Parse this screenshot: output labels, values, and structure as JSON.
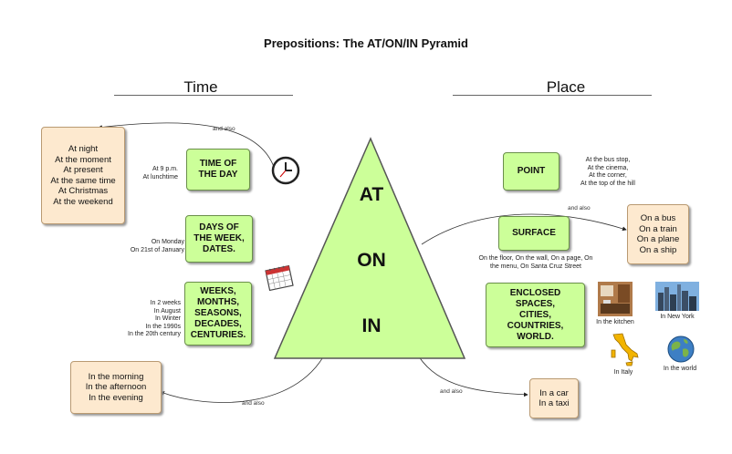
{
  "title": "Prepositions: The AT/ON/IN Pyramid",
  "headings": {
    "time": "Time",
    "place": "Place"
  },
  "pyramid": {
    "at": "AT",
    "on": "ON",
    "in": "IN",
    "fill": "#ccff99"
  },
  "time": {
    "at_examples_box": "At night\nAt the moment\nAt present\nAt the same time\nAt Christmas\nAt the weekend",
    "at_category": "TIME OF\nTHE DAY",
    "at_note": "At 9 p.m.\nAt lunchtime",
    "on_category": "DAYS OF\nTHE WEEK,\nDATES.",
    "on_note": "On Monday\nOn 21st of January",
    "in_category": "WEEKS,\nMONTHS,\nSEASONS,\nDECADES,\nCENTURIES.",
    "in_note": "In 2 weeks\nIn August\nIn Winter\nIn the 1990s\nIn the 20th century",
    "in_examples_box": "In the morning\nIn the afternoon\nIn the evening"
  },
  "place": {
    "at_category": "POINT",
    "at_note": "At the bus stop,\nAt the cinema,\nAt the corner,\nAt the top of the hill",
    "on_category": "SURFACE",
    "on_note": "On the floor, On the wall, On a page, On\nthe menu, On Santa Cruz Street",
    "on_examples_box": "On a bus\nOn a train\nOn a plane\nOn a ship",
    "in_category": "ENCLOSED\nSPACES,\nCITIES,\nCOUNTRIES,\nWORLD.",
    "in_examples_box": "In a car\nIn a taxi",
    "captions": {
      "kitchen": "In the kitchen",
      "new_york": "In New York",
      "italy": "In Italy",
      "world": "In the world"
    }
  },
  "connectors": {
    "and_also": "and also"
  },
  "icons": [
    "clock-icon",
    "calendar-icon",
    "kitchen-photo",
    "new-york-photo",
    "italy-map-icon",
    "globe-icon"
  ]
}
